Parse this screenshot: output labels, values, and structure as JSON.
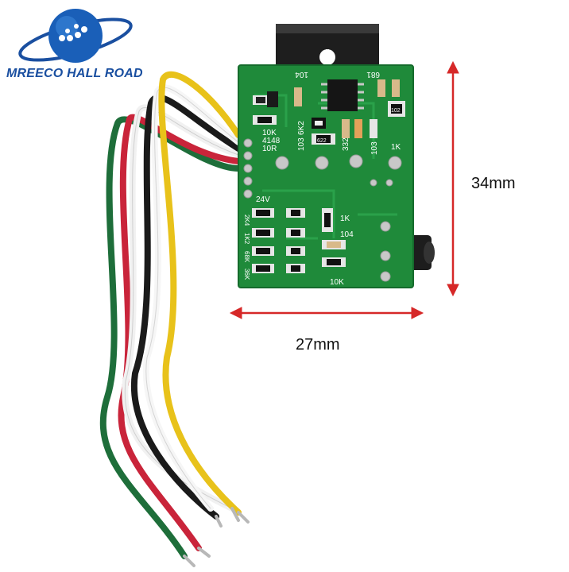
{
  "logo": {
    "text": "MREECO HALL ROAD"
  },
  "dimensions": {
    "height_label": "34mm",
    "width_label": "27mm"
  },
  "pcb_labels": {
    "r104_top": "104",
    "r681": "681",
    "r10k_a": "10K",
    "d4148": "4148",
    "r10r": "10R",
    "r103_a": "103",
    "r6k2": "6K2",
    "r332": "332",
    "r103_b": "103",
    "r1k_a": "1K",
    "v24": "24V",
    "r1k_b": "1K",
    "r104_b": "104",
    "r10k_b": "10K",
    "side_2k4": "2K4",
    "side_1k2": "1K2",
    "side_68k": "68K",
    "side_36k": "36K",
    "chip_622": "622",
    "chip_102": "102"
  },
  "colors": {
    "pcb": "#1f8a3a",
    "pcb_dark": "#14652a",
    "arrow": "#d62828",
    "logo_blue": "#1a4fa0",
    "wire_yellow": "#e8c21a",
    "wire_black": "#1a1a1a",
    "wire_white": "#f4f4f4",
    "wire_red": "#c9243a",
    "wire_green": "#1e6e3a"
  }
}
